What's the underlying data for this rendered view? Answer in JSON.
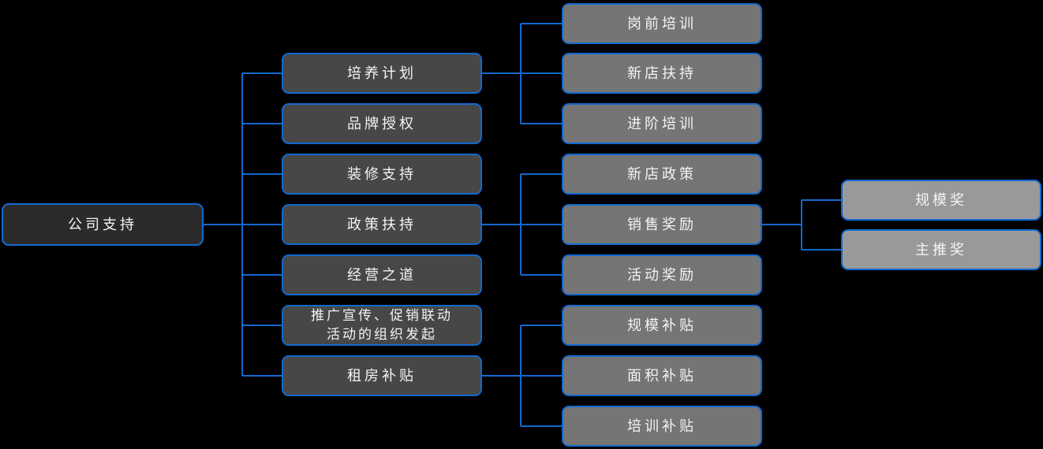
{
  "colors": {
    "background": "#000000",
    "connector": "#1269cf",
    "node_border": "#1269cf",
    "node_fill_root": "#2b2b2b",
    "node_fill_level2": "#474747",
    "node_fill_level3": "#757575",
    "node_fill_level4": "#999999",
    "text": "#f4f4f4"
  },
  "mindmap": {
    "root": {
      "label": "公司支持",
      "children": [
        {
          "label": "培养计划",
          "children": [
            {
              "label": "岗前培训"
            },
            {
              "label": "新店扶持"
            },
            {
              "label": "进阶培训"
            }
          ]
        },
        {
          "label": "品牌授权"
        },
        {
          "label": "装修支持"
        },
        {
          "label": "政策扶持",
          "children": [
            {
              "label": "新店政策"
            },
            {
              "label": "销售奖励",
              "children": [
                {
                  "label": "规模奖"
                },
                {
                  "label": "主推奖"
                }
              ]
            },
            {
              "label": "活动奖励"
            }
          ]
        },
        {
          "label": "经营之道"
        },
        {
          "label": "推广宣传、促销联动\n活动的组织发起"
        },
        {
          "label": "租房补贴",
          "children": [
            {
              "label": "规模补贴"
            },
            {
              "label": "面积补贴"
            },
            {
              "label": "培训补贴"
            }
          ]
        }
      ]
    }
  }
}
